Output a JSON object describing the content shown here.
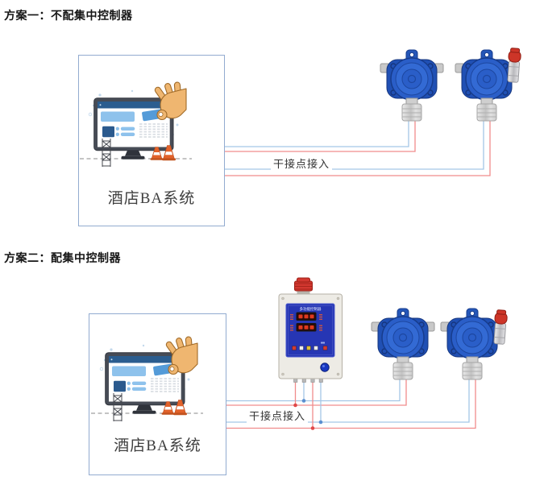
{
  "scheme1": {
    "heading": "方案一：不配集中控制器",
    "ba_label": "酒店BA系统",
    "wiring_label": "干接点接入"
  },
  "scheme2": {
    "heading": "方案二：配集中控制器",
    "ba_label": "酒店BA系统",
    "wiring_label": "干接点接入",
    "controller_panel_title": "多功能控制器"
  },
  "icons": {
    "detector": "gas-detector",
    "detector_with_alarm": "gas-detector-with-sound-light-alarm",
    "beacon": "sound-light-alarm-beacon",
    "controller": "gas-alarm-controller",
    "ba_illustration": "computer-monitor-construction-illustration"
  },
  "colors": {
    "wire_blue": "#a3c6e6",
    "wire_red": "#f08c8c",
    "junction_red": "#e04848",
    "junction_blue": "#5b8fd0",
    "detector_blue": "#2a5ec8",
    "controller_panel_blue": "#2636b4",
    "beacon_red": "#d23830",
    "box_border": "#92abd0"
  }
}
